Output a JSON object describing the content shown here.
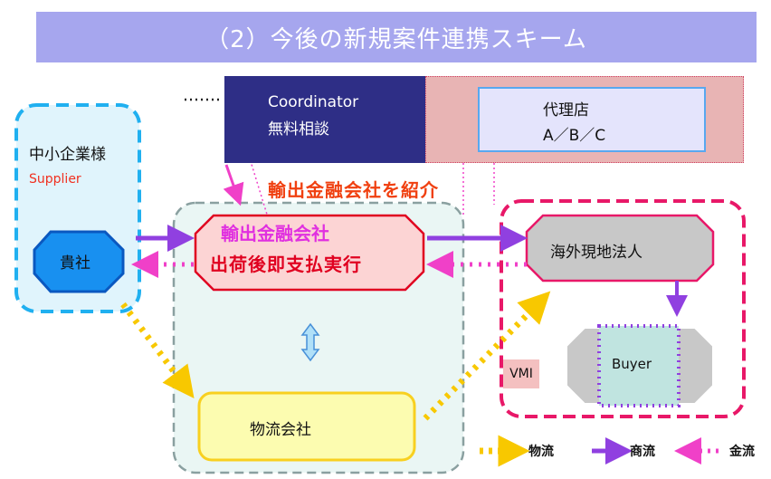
{
  "title": "（2）今後の新規案件連携スキーム",
  "coordinator": {
    "line1": "Coordinator",
    "line2": "無料相談"
  },
  "agency": {
    "line1": "代理店",
    "line2": "A／B／C"
  },
  "sme": {
    "name": "中小企業様",
    "role": "Supplier",
    "company": "貴社"
  },
  "intro_label": "輸出金融会社を紹介",
  "finance": {
    "name": "輸出金融会社",
    "action": "出荷後即支払実行"
  },
  "overseas": "海外現地法人",
  "buyer": "Buyer",
  "vmi": "VMI",
  "logistics": "物流会社",
  "legend": {
    "logistics": "物流",
    "commerce": "商流",
    "payment": "金流"
  },
  "colors": {
    "logistics": "#f8c800",
    "commerce": "#9040e0",
    "payment": "#f040c8",
    "title_bg": "#a6a6ee",
    "coordinator_bg": "#2e2e86"
  }
}
